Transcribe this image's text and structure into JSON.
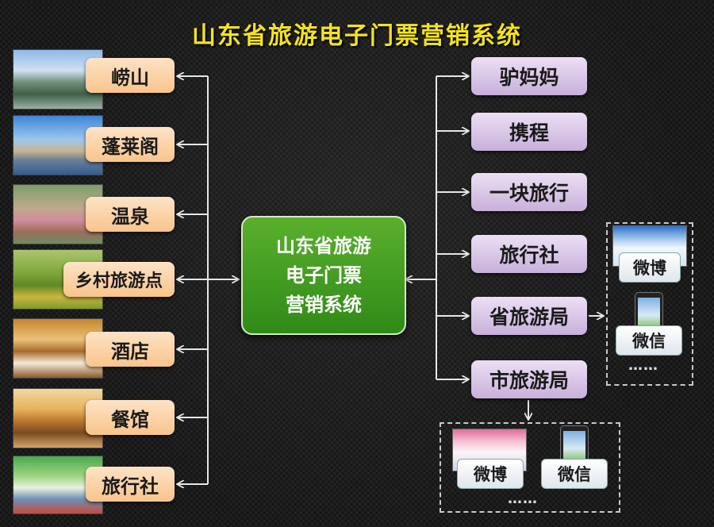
{
  "title": "山东省旅游电子门票营销系统",
  "center": {
    "lines": [
      "山东省旅游",
      "电子门票",
      "营销系统"
    ]
  },
  "left_items": [
    {
      "label": "崂山",
      "photo": "mountain-photo"
    },
    {
      "label": "蓬莱阁",
      "photo": "coastal-pavilion-photo"
    },
    {
      "label": "温泉",
      "photo": "hot-spring-photo"
    },
    {
      "label": "乡村旅游点",
      "photo": "rural-field-photo"
    },
    {
      "label": "酒店",
      "photo": "hotel-room-photo"
    },
    {
      "label": "餐馆",
      "photo": "restaurant-photo"
    },
    {
      "label": "旅行社",
      "photo": "travel-agency-photo"
    }
  ],
  "right_items": [
    "驴妈妈",
    "携程",
    "一块旅行",
    "旅行社",
    "省旅游局",
    "市旅游局"
  ],
  "province_group": {
    "weibo": "微博",
    "weixin": "微信",
    "more": "……"
  },
  "city_group": {
    "weibo": "微博",
    "weixin": "微信",
    "more": "……"
  },
  "colors": {
    "title": "#f5e31a",
    "center": "#3b9a1e",
    "left_box": "#fbcf9c",
    "right_box": "#d9c6e6"
  }
}
